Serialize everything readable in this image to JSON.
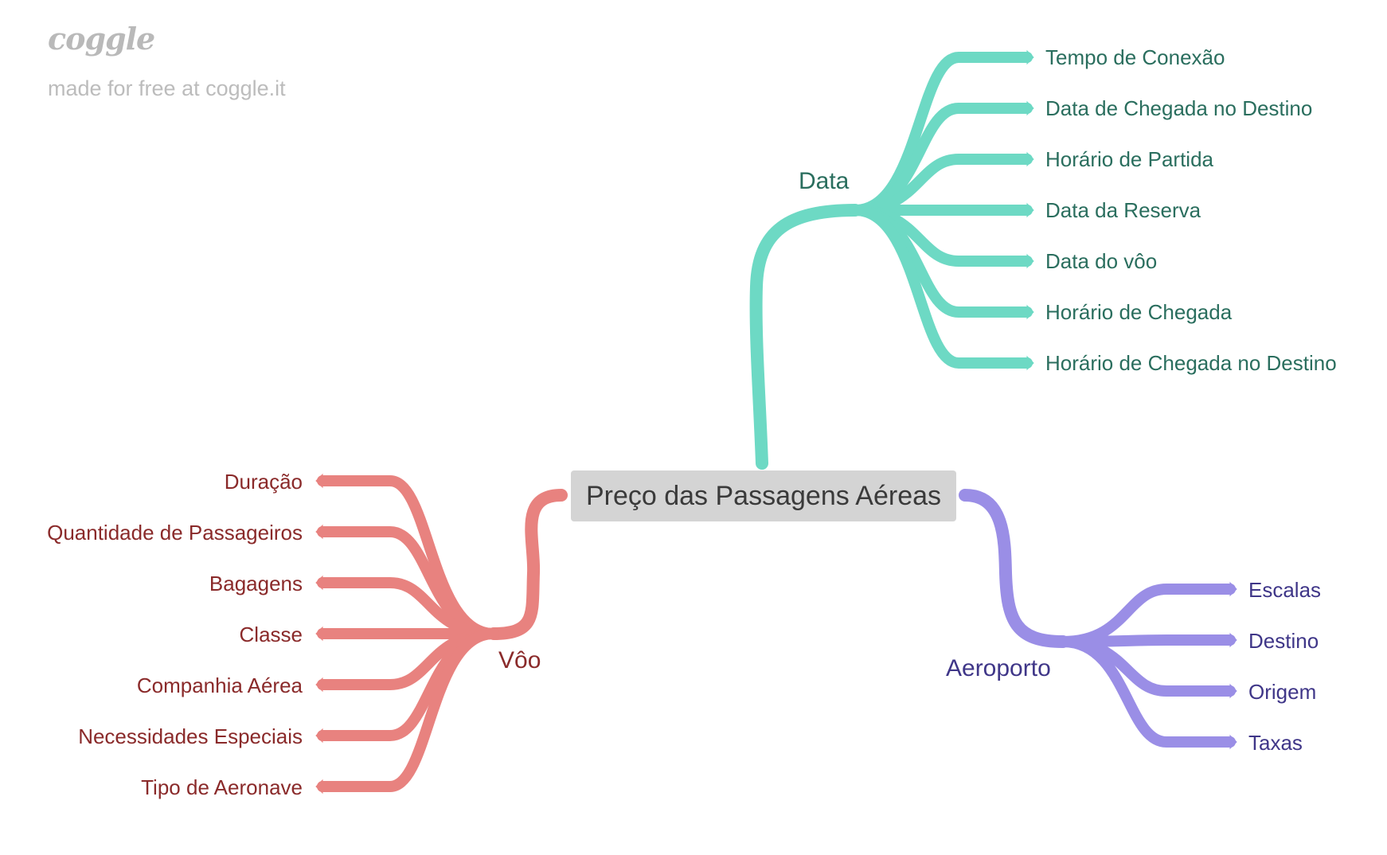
{
  "watermark": {
    "logo": "coggle",
    "tagline": "made for free at coggle.it"
  },
  "root": {
    "label": "Preço das Passagens Aéreas",
    "color": "#d4d4d4"
  },
  "branches": {
    "data": {
      "label": "Data",
      "color": "#6dd9c4",
      "text_color": "#2a6e5e",
      "children": [
        "Tempo de Conexão",
        "Data de Chegada no Destino",
        "Horário de Partida",
        "Data da Reserva",
        "Data do vôo",
        "Horário de Chegada",
        "Horário de Chegada no Destino"
      ]
    },
    "voo": {
      "label": "Vôo",
      "color": "#e8827f",
      "text_color": "#8a2a2a",
      "children": [
        "Duração",
        "Quantidade de Passageiros",
        "Bagagens",
        "Classe",
        "Companhia Aérea",
        "Necessidades Especiais",
        "Tipo de Aeronave"
      ]
    },
    "aeroporto": {
      "label": "Aeroporto",
      "color": "#9a8ee6",
      "text_color": "#3f3688",
      "children": [
        "Escalas",
        "Destino",
        "Origem",
        "Taxas"
      ]
    }
  }
}
